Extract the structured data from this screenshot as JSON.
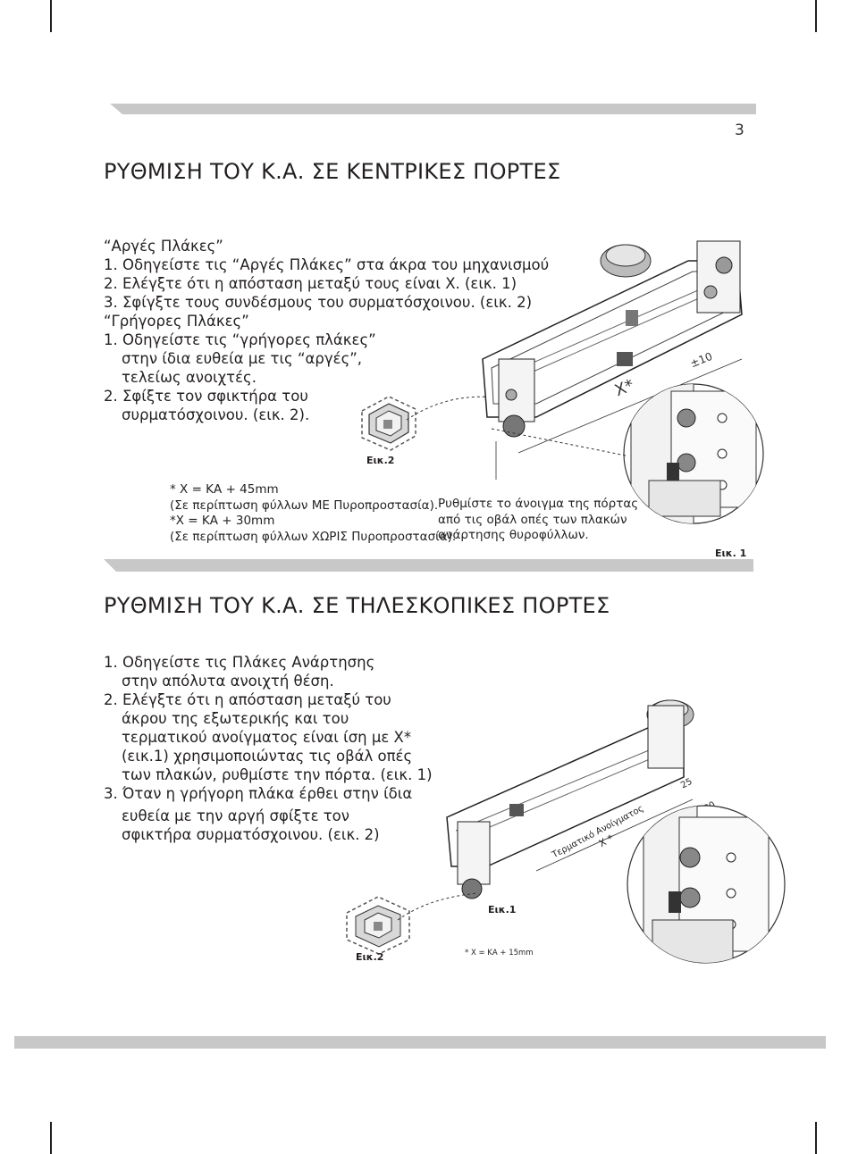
{
  "page_number": "3",
  "section1": {
    "heading": "ΡΥΘΜΙΣΗ ΤΟΥ Κ.Α. ΣΕ ΚΕΝΤΡΙΚΕΣ ΠΟΡΤΕΣ",
    "slow_title": "“Αργές Πλάκες”",
    "slow_steps": [
      "1. Οδηγείστε τις “Αργές Πλάκες” στα άκρα του μηχανισμού",
      "2. Ελέγξτε ότι η απόσταση μεταξύ τους είναι Χ. (εικ. 1)",
      "3. Σφίγξτε τους συνδέσμους του συρματόσχοινου. (εικ. 2)"
    ],
    "fast_title": "“Γρήγορες Πλάκες”",
    "fast_steps": [
      "1. Οδηγείστε τις “γρήγορες πλάκες”",
      "στην ίδια ευθεία με τις “αργές”,",
      "τελείως ανοιχτές.",
      "2. Σφίξτε τον σφικτήρα του",
      "συρματόσχοινου. (εικ. 2)."
    ],
    "fig2_label": "Εικ.2",
    "fig1_label": "Εικ. 1",
    "note_lines": [
      "* Χ = ΚΑ + 45mm",
      "(Σε περίπτωση φύλλων ΜΕ Πυροπροστασία).",
      "*Χ = ΚΑ + 30mm",
      "(Σε περίπτωση φύλλων ΧΩΡΙΣ Πυροπροστασία)."
    ],
    "adjust_lines": [
      "Ρυθμίστε το άνοιγμα της πόρτας",
      "από τις οβάλ οπές των πλακών",
      "ανάρτησης θυροφύλλων."
    ],
    "diagram_labels": {
      "x": "X*",
      "tol": "±10"
    }
  },
  "section2": {
    "heading": "ΡΥΘΜΙΣΗ ΤΟΥ Κ.Α. ΣΕ ΤΗΛΕΣΚΟΠΙΚΕΣ ΠΟΡΤΕΣ",
    "steps": [
      "1. Οδηγείστε τις Πλάκες Ανάρτησης",
      "στην απόλυτα ανοιχτή θέση.",
      "2. Ελέγξτε ότι η απόσταση μεταξύ του",
      "άκρου της εξωτερικής και του",
      "τερματικού ανοίγματος είναι ίση με Χ*",
      "(εικ.1) χρησιμοποιώντας τις οβάλ οπές",
      "των πλακών, ρυθμίστε την πόρτα. (εικ. 1)",
      "3. Όταν η γρήγορη πλάκα έρθει στην ίδια",
      "ευθεία με την αργή σφίξτε τον",
      "σφικτήρα συρματόσχοινου. (εικ. 2)"
    ],
    "fig1_label": "Εικ.1",
    "fig2_label": "Εικ.2",
    "note": "* Χ = ΚΑ + 15mm",
    "diagram_labels": {
      "opening_label": "Τερματικό Ανοίγματος",
      "x": "Χ *",
      "tol": "±30",
      "dim": "25"
    }
  }
}
